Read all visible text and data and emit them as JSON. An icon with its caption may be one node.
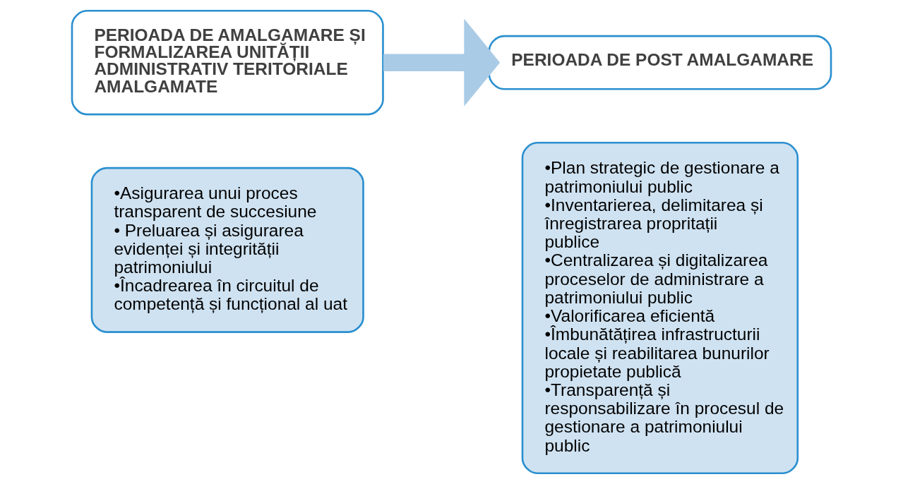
{
  "diagram": {
    "nodes": [
      {
        "text": [
          "PERIOADA DE AMALGAMARE ȘI FORMALIZAREA UNITĂȚII ADMINISTRATIV TERITORIALE AMALGAMATE"
        ]
      },
      {
        "text": [
          "•Asigurarea unui proces transparent de succesiune",
          "• Preluarea și asigurarea evidenței și integrității patrimoniului",
          "•Încadrearea în circuitul de competență și funcțional al uat"
        ]
      },
      {
        "text": [
          "PERIOADA DE POST AMALGAMARE"
        ]
      },
      {
        "text": [
          "•Plan strategic de gestionare a patrimoniului public",
          "•Inventarierea, delimitarea și înregistrarea propritații publice",
          "•Centralizarea și digitalizarea proceselor de administrare a patrimoniului public",
          "•Valorificarea eficientă",
          "•Îmbunătățirea infrastructurii locale și reabilitarea bunurilor propietate publică",
          "•Transparență și responsabilizare în procesul de gestionare a patrimoniului public"
        ]
      }
    ],
    "edges": [
      {
        "from": 0,
        "to": 2,
        "arrow": "to"
      }
    ]
  }
}
